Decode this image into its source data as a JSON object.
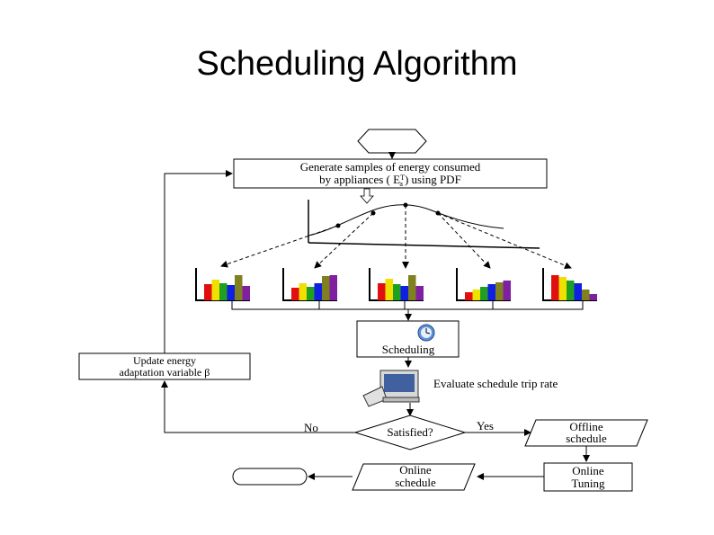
{
  "slide": {
    "title": "Scheduling Algorithm"
  },
  "flowchart": {
    "generate_line1": "Generate samples of energy consumed",
    "generate_line2_pre": "by appliances ( E",
    "generate_sup": "T",
    "generate_sub": "a",
    "generate_line2_post": ") using PDF",
    "update_line1": "Update energy",
    "update_line2": "adaptation variable β",
    "scheduling": "Scheduling",
    "evaluate": "Evaluate schedule trip rate",
    "decision": "Satisfied?",
    "no": "No",
    "yes": "Yes",
    "offline_line1": "Offline",
    "offline_line2": "schedule",
    "online_sched_line1": "Online",
    "online_sched_line2": "schedule",
    "online_tuning_line1": "Online",
    "online_tuning_line2": "Tuning"
  },
  "colors": {
    "bars": [
      "#e01010",
      "#f0e000",
      "#20a020",
      "#1020e0",
      "#808020",
      "#8020a0"
    ]
  }
}
